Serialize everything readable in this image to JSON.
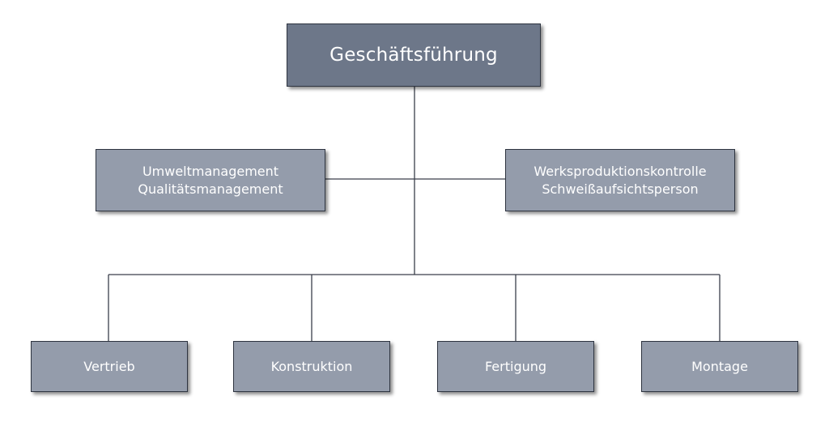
{
  "diagram": {
    "top": {
      "label": "Geschäftsführung"
    },
    "staff": [
      {
        "lines": [
          "Umweltmanagement",
          "Qualitätsmanagement"
        ]
      },
      {
        "lines": [
          "Werksproduktionskontrolle",
          "Schweißaufsichtsperson"
        ]
      }
    ],
    "departments": [
      {
        "label": "Vertrieb"
      },
      {
        "label": "Konstruktion"
      },
      {
        "label": "Fertigung"
      },
      {
        "label": "Montage"
      }
    ]
  }
}
